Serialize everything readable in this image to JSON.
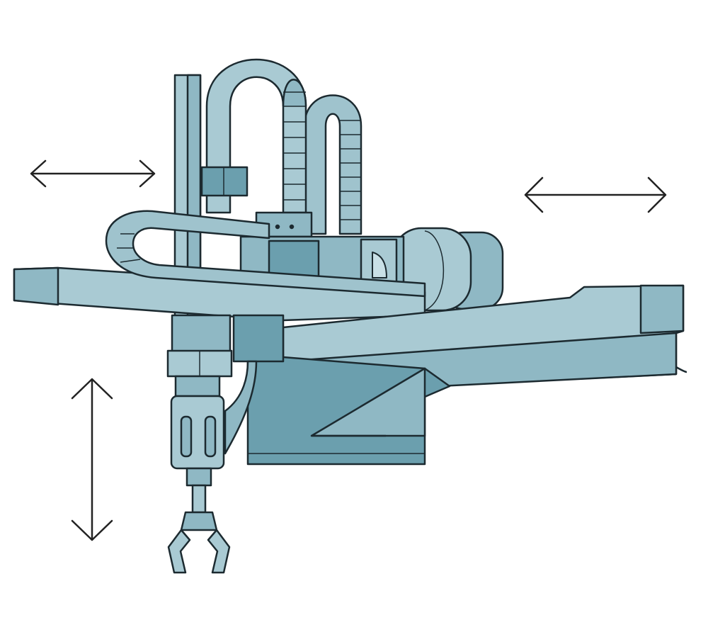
{
  "colors": {
    "background": "#ffffff",
    "outline": "#1c2a30",
    "body_light": "#a9cad3",
    "body_mid": "#8fb8c4",
    "body_dark": "#6b9fae",
    "body_shadow": "#5b8e9c",
    "highlight": "#c9e0e6",
    "arrow": "#222222"
  },
  "motion_arrows": [
    {
      "name": "horizontal-arrow-left",
      "axis": "horizontal"
    },
    {
      "name": "horizontal-arrow-right",
      "axis": "horizontal"
    },
    {
      "name": "vertical-arrow",
      "axis": "vertical"
    }
  ],
  "components": [
    "horizontal-beam",
    "secondary-beam",
    "drive-motor",
    "cable-chain",
    "vertical-column",
    "gripper"
  ]
}
